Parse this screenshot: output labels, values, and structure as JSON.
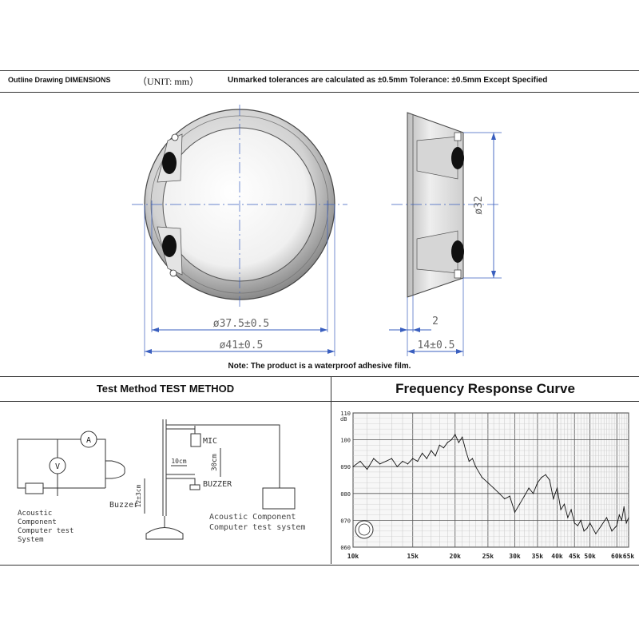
{
  "header": {
    "title": "Outline Drawing DIMENSIONS",
    "unit": "（UNIT: mm）",
    "tolerance_note": "Unmarked tolerances are calculated as ±0.5mm Tolerance: ±0.5mm Except Specified"
  },
  "drawing": {
    "dim_inner": "ø37.5±0.5",
    "dim_outer": "ø41±0.5",
    "dim_height": "ø32",
    "dim_flange": "2",
    "dim_depth": "14±0.5",
    "note": "Note: The product is a waterproof adhesive film."
  },
  "test_method": {
    "title": "Test Method TEST METHOD",
    "ammeter": "A",
    "voltmeter": "V",
    "buzzer_left": "Buzzer",
    "left_caption_lines": [
      "Acoustic",
      "Component",
      "Computer test",
      "System"
    ],
    "mic": "MIC",
    "dist_vertical": "30cm",
    "dist_horizontal": "10cm",
    "buzzer_right": "BUZZER",
    "stand_height": "12±3cm",
    "right_caption_lines": [
      "Acoustic Component",
      "Computer test system"
    ]
  },
  "frequency_response": {
    "title": "Frequency Response Curve",
    "unit": "dB"
  },
  "chart_data": {
    "type": "line",
    "title": "Frequency Response Curve",
    "xlabel": "",
    "ylabel": "dB",
    "x_tick_labels": [
      "10k",
      "15k",
      "20k",
      "25k",
      "30k",
      "35k",
      "40k",
      "45k",
      "50k",
      "60k",
      "65k"
    ],
    "y_tick_labels": [
      "110",
      "100",
      "090",
      "080",
      "070",
      "060"
    ],
    "ylim": [
      60,
      110
    ],
    "grid": true,
    "series": [
      {
        "x": [
          10,
          10.5,
          11,
          11.5,
          12,
          12.5,
          13,
          13.5,
          14,
          14.5,
          15,
          15.5,
          16,
          16.5,
          17,
          17.5,
          18,
          18.5,
          19,
          19.5,
          20,
          20.5,
          21,
          21.5,
          22,
          22.5,
          23,
          24,
          25,
          26,
          27,
          28,
          29,
          30,
          31,
          32,
          33,
          34,
          35,
          36,
          37,
          38,
          39,
          40,
          41,
          42,
          43,
          44,
          45,
          46,
          47,
          48,
          49,
          50,
          52,
          54,
          56,
          58,
          60,
          61,
          62,
          63,
          64,
          65
        ],
        "y": [
          90,
          92,
          89,
          93,
          91,
          92,
          93,
          90,
          92,
          91,
          93,
          92,
          95,
          93,
          96,
          94,
          98,
          97,
          99,
          100,
          102,
          99,
          101,
          96,
          92,
          93,
          90,
          86,
          84,
          82,
          80,
          78,
          79,
          73,
          76,
          79,
          82,
          80,
          84,
          86,
          87,
          85,
          78,
          82,
          74,
          76,
          71,
          74,
          69,
          68,
          70,
          66,
          67,
          69,
          65,
          68,
          71,
          66,
          68,
          72,
          70,
          75,
          69,
          71
        ]
      }
    ]
  }
}
